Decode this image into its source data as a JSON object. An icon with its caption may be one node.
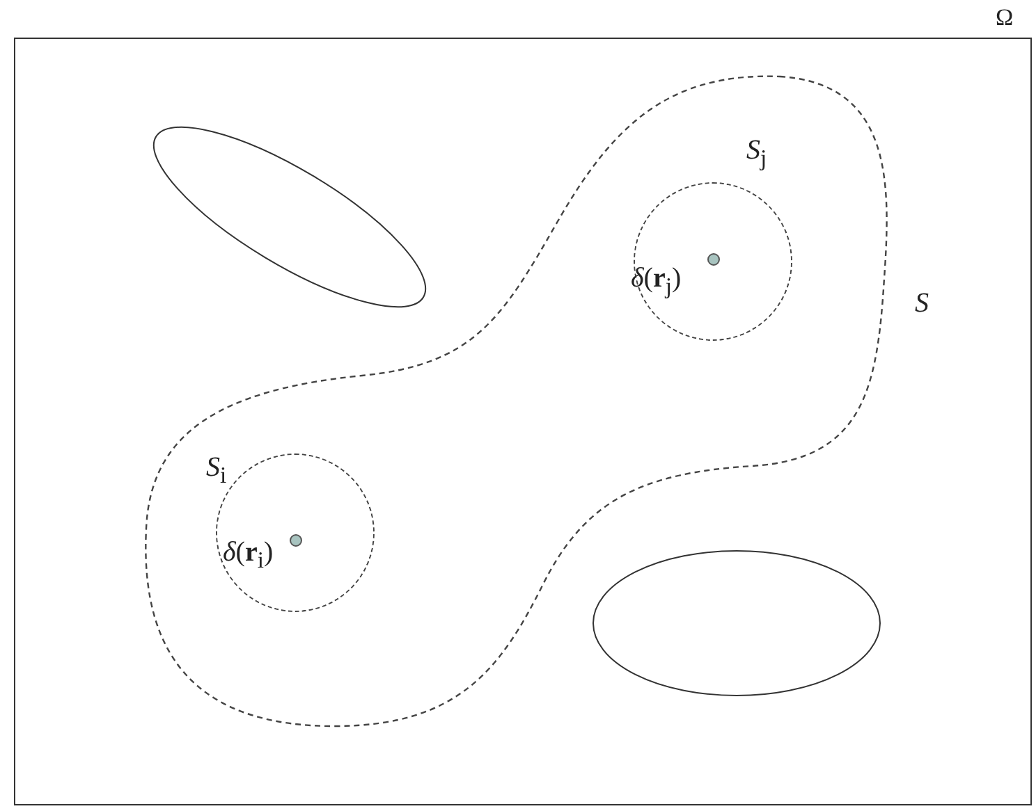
{
  "diagram": {
    "nodes": [
      {
        "text": [
          "Ω"
        ]
      },
      {
        "text": [],
        "shape": "ellipse",
        "in": 0
      },
      {
        "text": [
          "*δ*(**r**$_{j}$)"
        ],
        "in": 0
      },
      {
        "text": [
          "*δ*(**r**$_{i}$)"
        ],
        "in": 0
      },
      {
        "text": [],
        "shape": "ellipse",
        "in": 0
      }
    ],
    "labels": [
      "*S*$_{j}$",
      "*S*",
      "*S*$_{i}$"
    ]
  }
}
